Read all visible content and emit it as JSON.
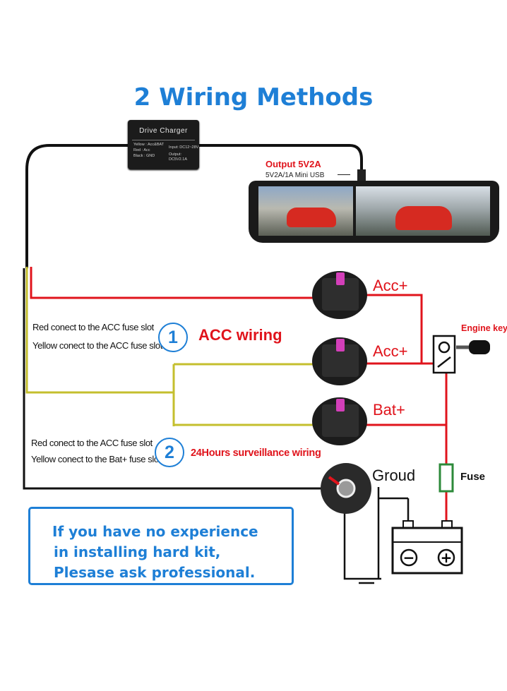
{
  "title": "2 Wiring Methods",
  "charger": {
    "title": "Drive Charger",
    "wire_yellow": "Yellow : Acc&BAT",
    "wire_red": "Red : Acc",
    "wire_black": "Black : GND",
    "input": "Input: DC12~28V",
    "output": "Output: DC5V2.1A"
  },
  "output": {
    "label": "Output 5V2A",
    "connector": "5V2A/1A Mini USB"
  },
  "fuse_slots": {
    "acc_top": "Acc+",
    "acc_mid": "Acc+",
    "bat": "Bat+"
  },
  "engine_key": "Engine key",
  "fuse": "Fuse",
  "ground": "Groud",
  "methods": [
    {
      "number": "1",
      "label": "ACC wiring",
      "line1": "Red conect to the ACC fuse slot",
      "line2": "Yellow conect to the ACC fuse slot"
    },
    {
      "number": "2",
      "label": "24Hours surveillance wiring",
      "line1": "Red conect to the ACC fuse slot",
      "line2": "Yellow conect to the Bat+ fuse slot"
    }
  ],
  "battery": {
    "minus": "−",
    "plus": "+"
  },
  "notice": {
    "line1": "If you have no experience",
    "line2": "in installing hard kit,",
    "line3": "Plesase ask professional."
  },
  "colors": {
    "title_blue": "#1e7fd6",
    "red_wire": "#e0141c",
    "yellow_wire": "#c4bf2e",
    "black_wire": "#111111",
    "fuse_blade": "#d33fb9",
    "fuse_green": "#2c8a3a"
  }
}
